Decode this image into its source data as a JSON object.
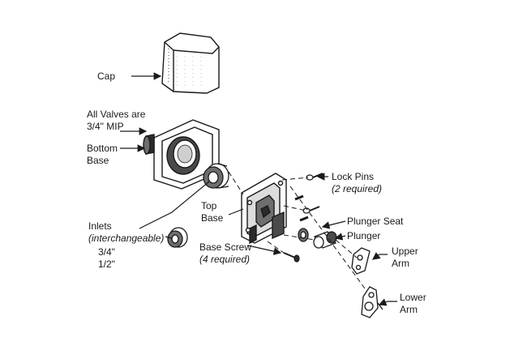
{
  "labels": {
    "cap": "Cap",
    "all_valves_line1": "All Valves are",
    "all_valves_line2": "3/4\" MIP",
    "bottom_base_line1": "Bottom",
    "bottom_base_line2": "Base",
    "lock_pins": "Lock Pins",
    "lock_pins_note": "(2 required)",
    "top_base_line1": "Top",
    "top_base_line2": "Base",
    "plunger_seat": "Plunger Seat",
    "plunger": "Plunger",
    "inlets": "Inlets",
    "inlets_note": "(interchangeable)",
    "inlet_size_1": "3/4\"",
    "inlet_size_2": "1/2\"",
    "base_screw": "Base Screw",
    "base_screw_note": "(4 required)",
    "upper_arm_line1": "Upper",
    "upper_arm_line2": "Arm",
    "lower_arm_line1": "Lower",
    "lower_arm_line2": "Arm"
  },
  "colors": {
    "line": "#1a1a1a",
    "shade": "#6e6e6e",
    "dark": "#2a2a2a",
    "background": "#ffffff"
  }
}
